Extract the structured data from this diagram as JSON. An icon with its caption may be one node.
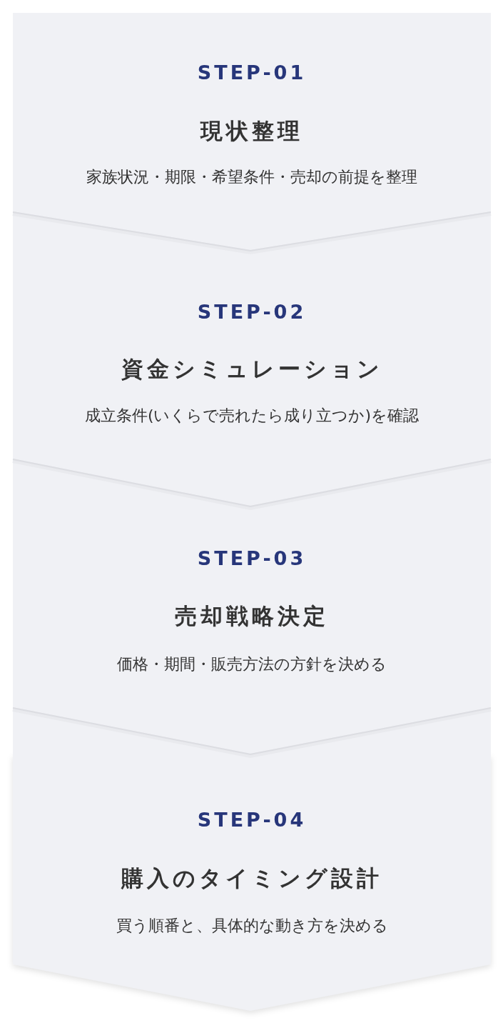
{
  "diagram": {
    "nodes": [
      {
        "text": [
          "STEP-01",
          "現状整理",
          "家族状況・期限・希望条件・売却の前提を整理"
        ]
      },
      {
        "text": [
          "STEP-02",
          "資金シミュレーション",
          "成立条件(いくらで売れたら成り立つか)を確認"
        ]
      },
      {
        "text": [
          "STEP-03",
          "売却戦略決定",
          "価格・期間・販売方法の方針を決める"
        ]
      },
      {
        "text": [
          "STEP-04",
          "購入のタイミング設計",
          "買う順番と、具体的な動き方を決める"
        ]
      }
    ]
  }
}
